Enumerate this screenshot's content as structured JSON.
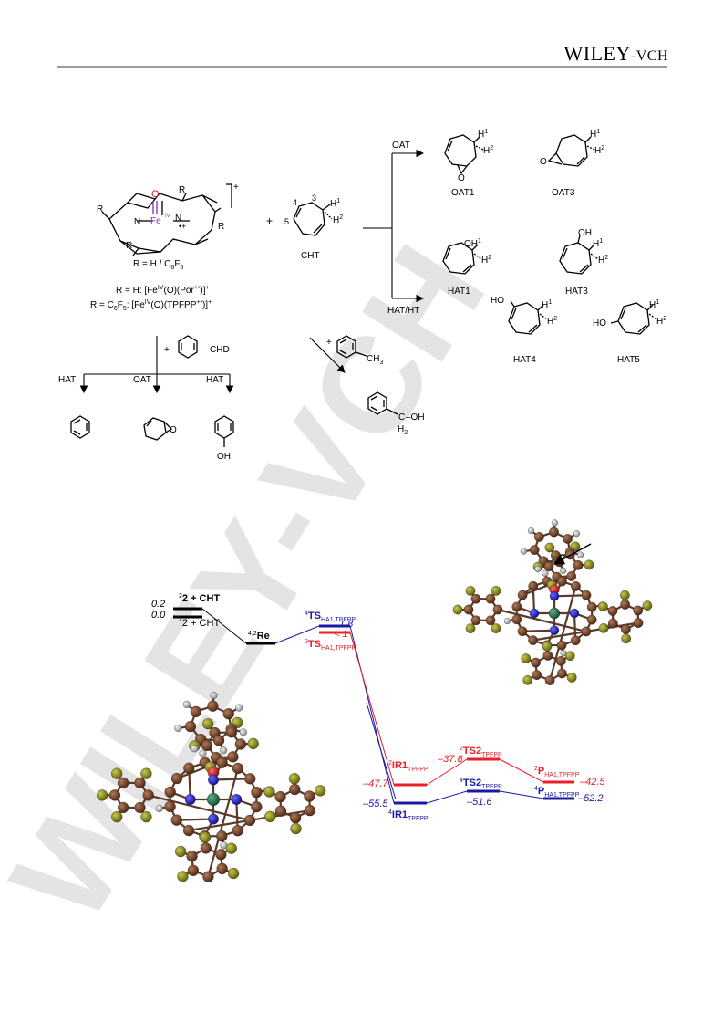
{
  "header": {
    "publisher_main": "WILEY",
    "publisher_suffix": "-VCH"
  },
  "watermark": "WILEY-VCH",
  "scheme": {
    "reactant": {
      "charge": "+",
      "fe": "Fe",
      "fe_ox": "IV",
      "radical": "•+",
      "o": "O",
      "n": "N",
      "r": "R",
      "r_def_prefix": "R = H / C",
      "r_def_sub1": "6",
      "r_def_mid": "F",
      "r_def_sub2": "5",
      "def1": "R = H: [Fe",
      "def1_sup": "IV",
      "def1_b": "(O)(Por",
      "def1_sup2": "+•",
      "def1_c": ")]",
      "def1_sup3": "+",
      "def2": "R = C",
      "def2_sub": "6",
      "def2_b": "F",
      "def2_sub2": "5",
      "def2_c": ": [Fe",
      "def2_sup": "IV",
      "def2_d": "(O)(TPFPP",
      "def2_sup2": "+•",
      "def2_e": ")]",
      "def2_sup3": "+"
    },
    "plus": "+",
    "cht": {
      "label": "CHT",
      "n3": "3",
      "n4": "4",
      "n5": "5",
      "h1": "H",
      "h1sup": "1",
      "h2": "H",
      "h2sup": "2"
    },
    "branch_oat": "OAT",
    "branch_hat": "HAT/HT",
    "products_oat": [
      "OAT1",
      "OAT3"
    ],
    "products_hat": [
      "HAT1",
      "HAT3",
      "HAT4",
      "HAT5"
    ],
    "oh": "OH",
    "ho": "HO",
    "epoxide_o": "O",
    "chd": {
      "plus": "+",
      "label": "CHD",
      "hat_left": "HAT",
      "oat": "OAT",
      "hat_right": "HAT",
      "oh": "OH"
    },
    "toluene": {
      "plus": "+",
      "ch3": "CH",
      "ch3_sub": "3",
      "benzyl_c": "C",
      "benzyl_oh": "–OH",
      "benzyl_h2": "H",
      "benzyl_h2_sub": "2"
    }
  },
  "energy_diagram": {
    "colors": {
      "doublet": "#e8202a",
      "quartet": "#1a1aa6",
      "ground": "#000000"
    },
    "states": {
      "e_doublet": "0.2",
      "e_quartet": "0.0",
      "reactant_doublet_sup": "2",
      "reactant_doublet": "2 + CHT",
      "reactant_quartet_sup": "4",
      "reactant_quartet": "2 + CHT",
      "re_sup": "4,2",
      "re": "Re",
      "ts4_sup": "4",
      "ts4": "TS",
      "ts4_sub": "HA1,TPFPP",
      "ts4_e": "1.8",
      "ts2_sup": "2",
      "ts2": "TS",
      "ts2_sub": "HA1,TPFPP",
      "ts2_e": "< 1",
      "ir1_2_sup": "2",
      "ir1_2": "IR1",
      "ir1_2_sub": "TPFPP",
      "ir1_2_e": "–47.7",
      "ir1_4_sup": "4",
      "ir1_4": "IR1",
      "ir1_4_sub": "TPFPP",
      "ir1_4_e": "–55.5",
      "ts2_2_sup": "2",
      "ts2_2": "TS2",
      "ts2_2_sub": "TPFPP",
      "ts2_2_e": "–37.8",
      "ts2_4_sup": "4",
      "ts2_4": "TS2",
      "ts2_4_sub": "TPFPP",
      "ts2_4_e": "–51.6",
      "p2_sup": "2",
      "p2": "P",
      "p2_sub": "HA1,TPFPP",
      "p2_e": "–42.5",
      "p4_sup": "4",
      "p4": "P",
      "p4_sub": "HA1,TPFPP",
      "p4_e": "–52.2"
    }
  },
  "molecule_colors": {
    "carbon": "#6b3a22",
    "fluorine": "#8a8a14",
    "nitrogen": "#1414c8",
    "oxygen": "#d01010",
    "iron": "#1d6b4a",
    "hydrogen": "#b8b8b8"
  }
}
